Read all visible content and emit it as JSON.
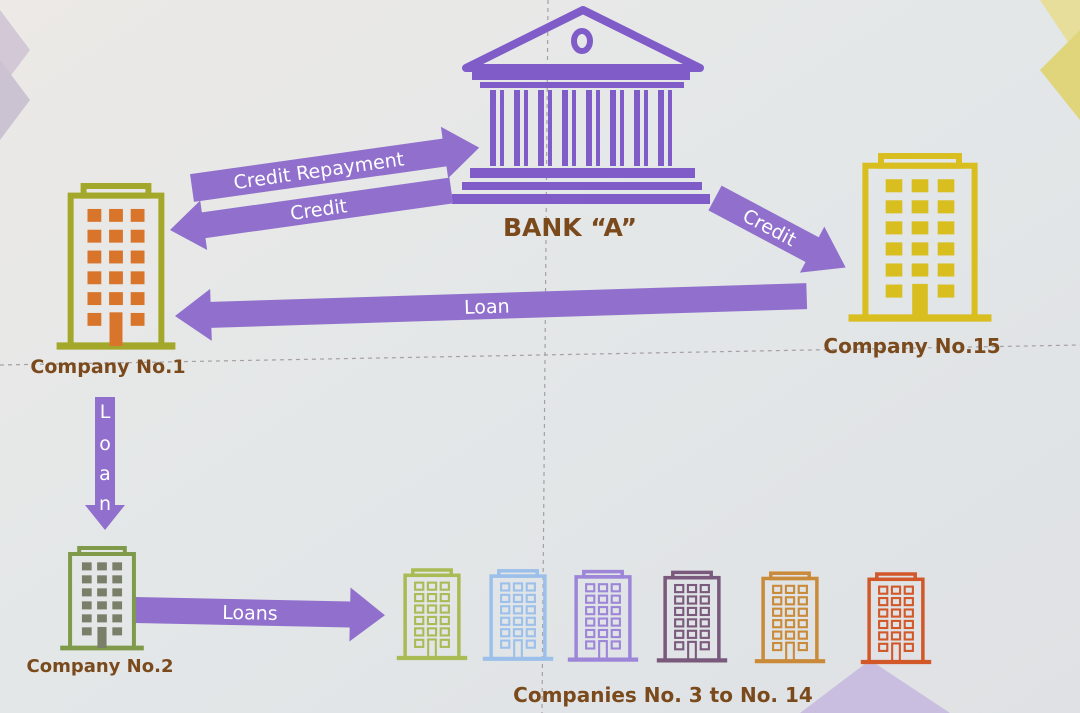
{
  "bank": {
    "label": "BANK “A”"
  },
  "arrows": {
    "credit_repayment": "Credit Repayment",
    "credit_to_company1": "Credit",
    "credit_to_company15": "Credit",
    "loan_15_to_1": "Loan",
    "loan_1_to_2": [
      "L",
      "o",
      "a",
      "n"
    ],
    "loans_2_to_others": "Loans"
  },
  "companies": {
    "company1": "Company No.1",
    "company15": "Company No.15",
    "company2": "Company No.2",
    "group_label": "Companies No. 3 to No. 14",
    "group_colors": [
      "#a9bb55",
      "#9cc0ea",
      "#9d86d8",
      "#7a5a7c",
      "#c98a3a",
      "#d2582a"
    ]
  },
  "colors": {
    "arrow": "#9070cc",
    "bank": "#7f5cc8",
    "label": "#7b4a1c",
    "company1": "#a4a82a",
    "company1_windows": "#d9752a",
    "company15": "#d8be1e",
    "company2": "#7e9a4a"
  }
}
